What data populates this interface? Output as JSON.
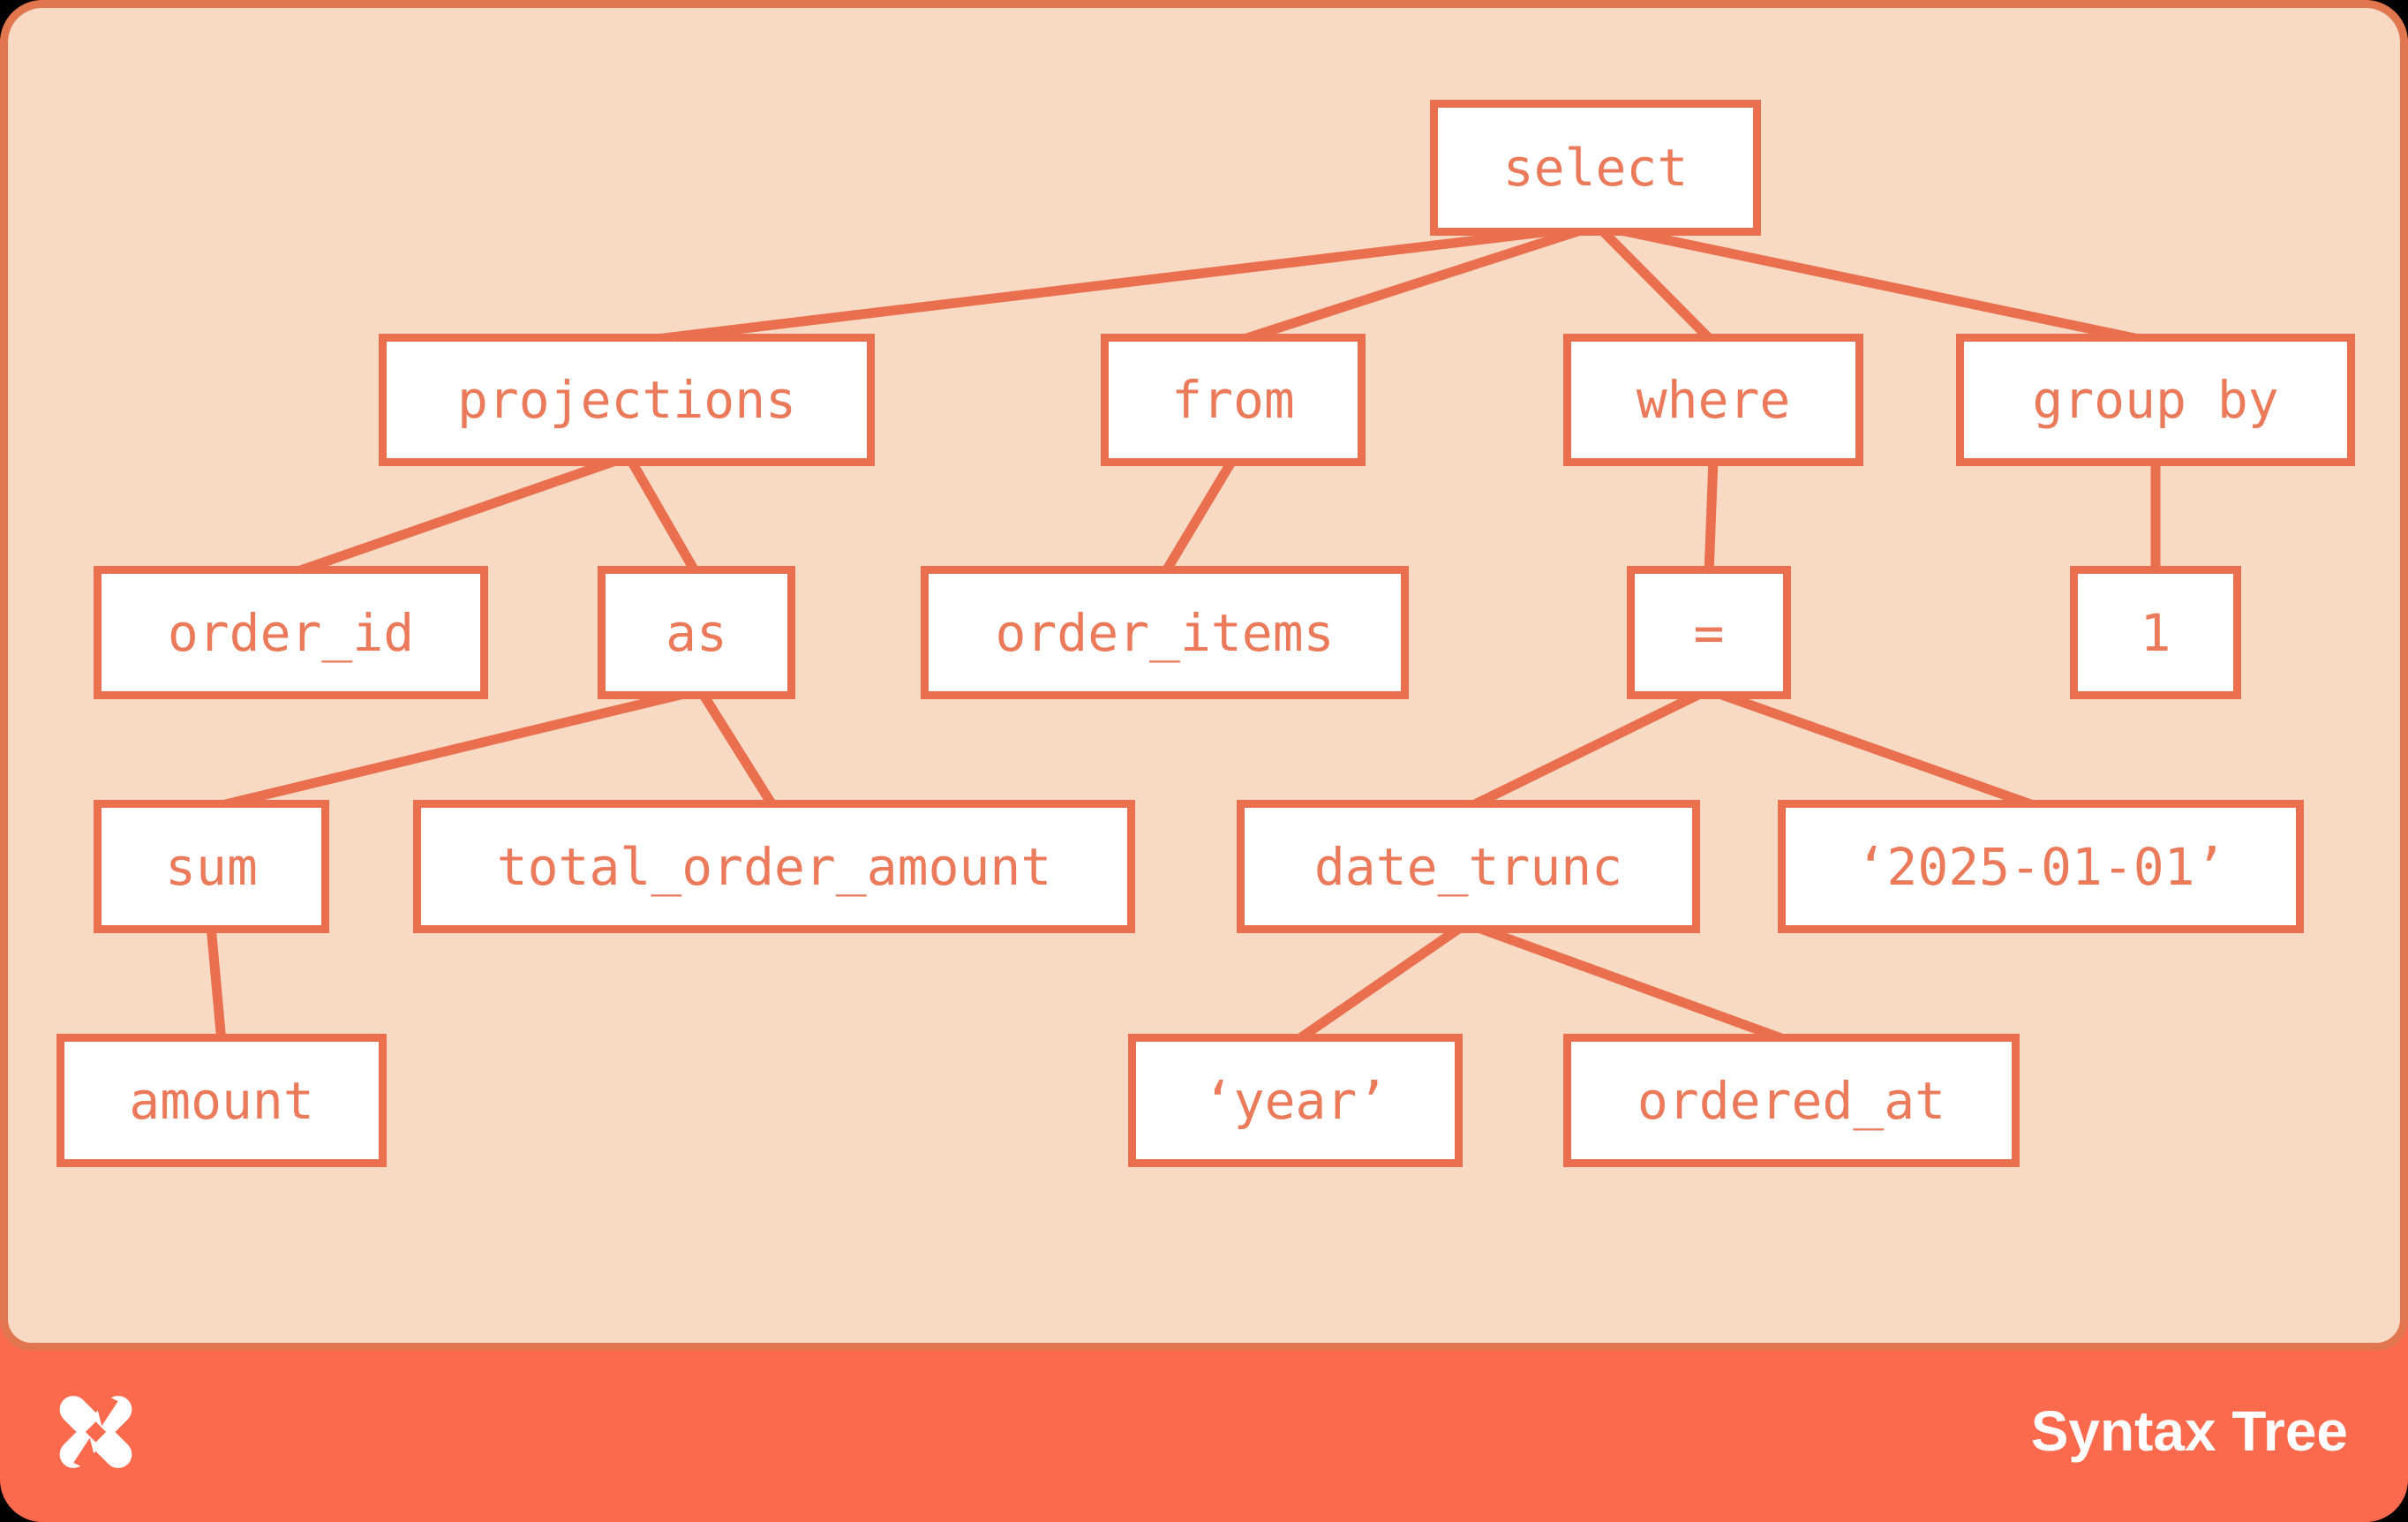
{
  "diagram": {
    "type": "syntax-tree",
    "nodes": {
      "select": {
        "label": "select"
      },
      "projections": {
        "label": "projections"
      },
      "from": {
        "label": "from"
      },
      "where": {
        "label": "where"
      },
      "group_by": {
        "label": "group by"
      },
      "order_id": {
        "label": "order_id"
      },
      "as": {
        "label": "as"
      },
      "order_items": {
        "label": "order_items"
      },
      "eq": {
        "label": "="
      },
      "one": {
        "label": "1"
      },
      "sum": {
        "label": "sum"
      },
      "total_order_amount": {
        "label": "total_order_amount"
      },
      "date_trunc": {
        "label": "date_trunc"
      },
      "date_literal": {
        "label": "‘2025-01-01’"
      },
      "amount": {
        "label": "amount"
      },
      "year_literal": {
        "label": "‘year’"
      },
      "ordered_at": {
        "label": "ordered_at"
      }
    },
    "edges": [
      {
        "from": "select",
        "to": "projections"
      },
      {
        "from": "select",
        "to": "from"
      },
      {
        "from": "select",
        "to": "where"
      },
      {
        "from": "select",
        "to": "group_by"
      },
      {
        "from": "projections",
        "to": "order_id"
      },
      {
        "from": "projections",
        "to": "as"
      },
      {
        "from": "from",
        "to": "order_items"
      },
      {
        "from": "where",
        "to": "eq"
      },
      {
        "from": "group_by",
        "to": "one"
      },
      {
        "from": "as",
        "to": "sum"
      },
      {
        "from": "as",
        "to": "total_order_amount"
      },
      {
        "from": "eq",
        "to": "date_trunc"
      },
      {
        "from": "eq",
        "to": "date_literal"
      },
      {
        "from": "sum",
        "to": "amount"
      },
      {
        "from": "date_trunc",
        "to": "year_literal"
      },
      {
        "from": "date_trunc",
        "to": "ordered_at"
      }
    ]
  },
  "footer": {
    "title": "Syntax Tree",
    "logo_icon": "x-shuriken-logo"
  },
  "colors": {
    "page_background": "#000000",
    "canvas_background": "#F8DAC4",
    "card_border": "#E1764F",
    "footer_background": "#FB6A4D",
    "node_border": "#E96F4E",
    "node_fill": "#FFFFFF",
    "node_text": "#EA7A59",
    "edge": "#E96F4E",
    "footer_text": "#FFFFFF"
  }
}
